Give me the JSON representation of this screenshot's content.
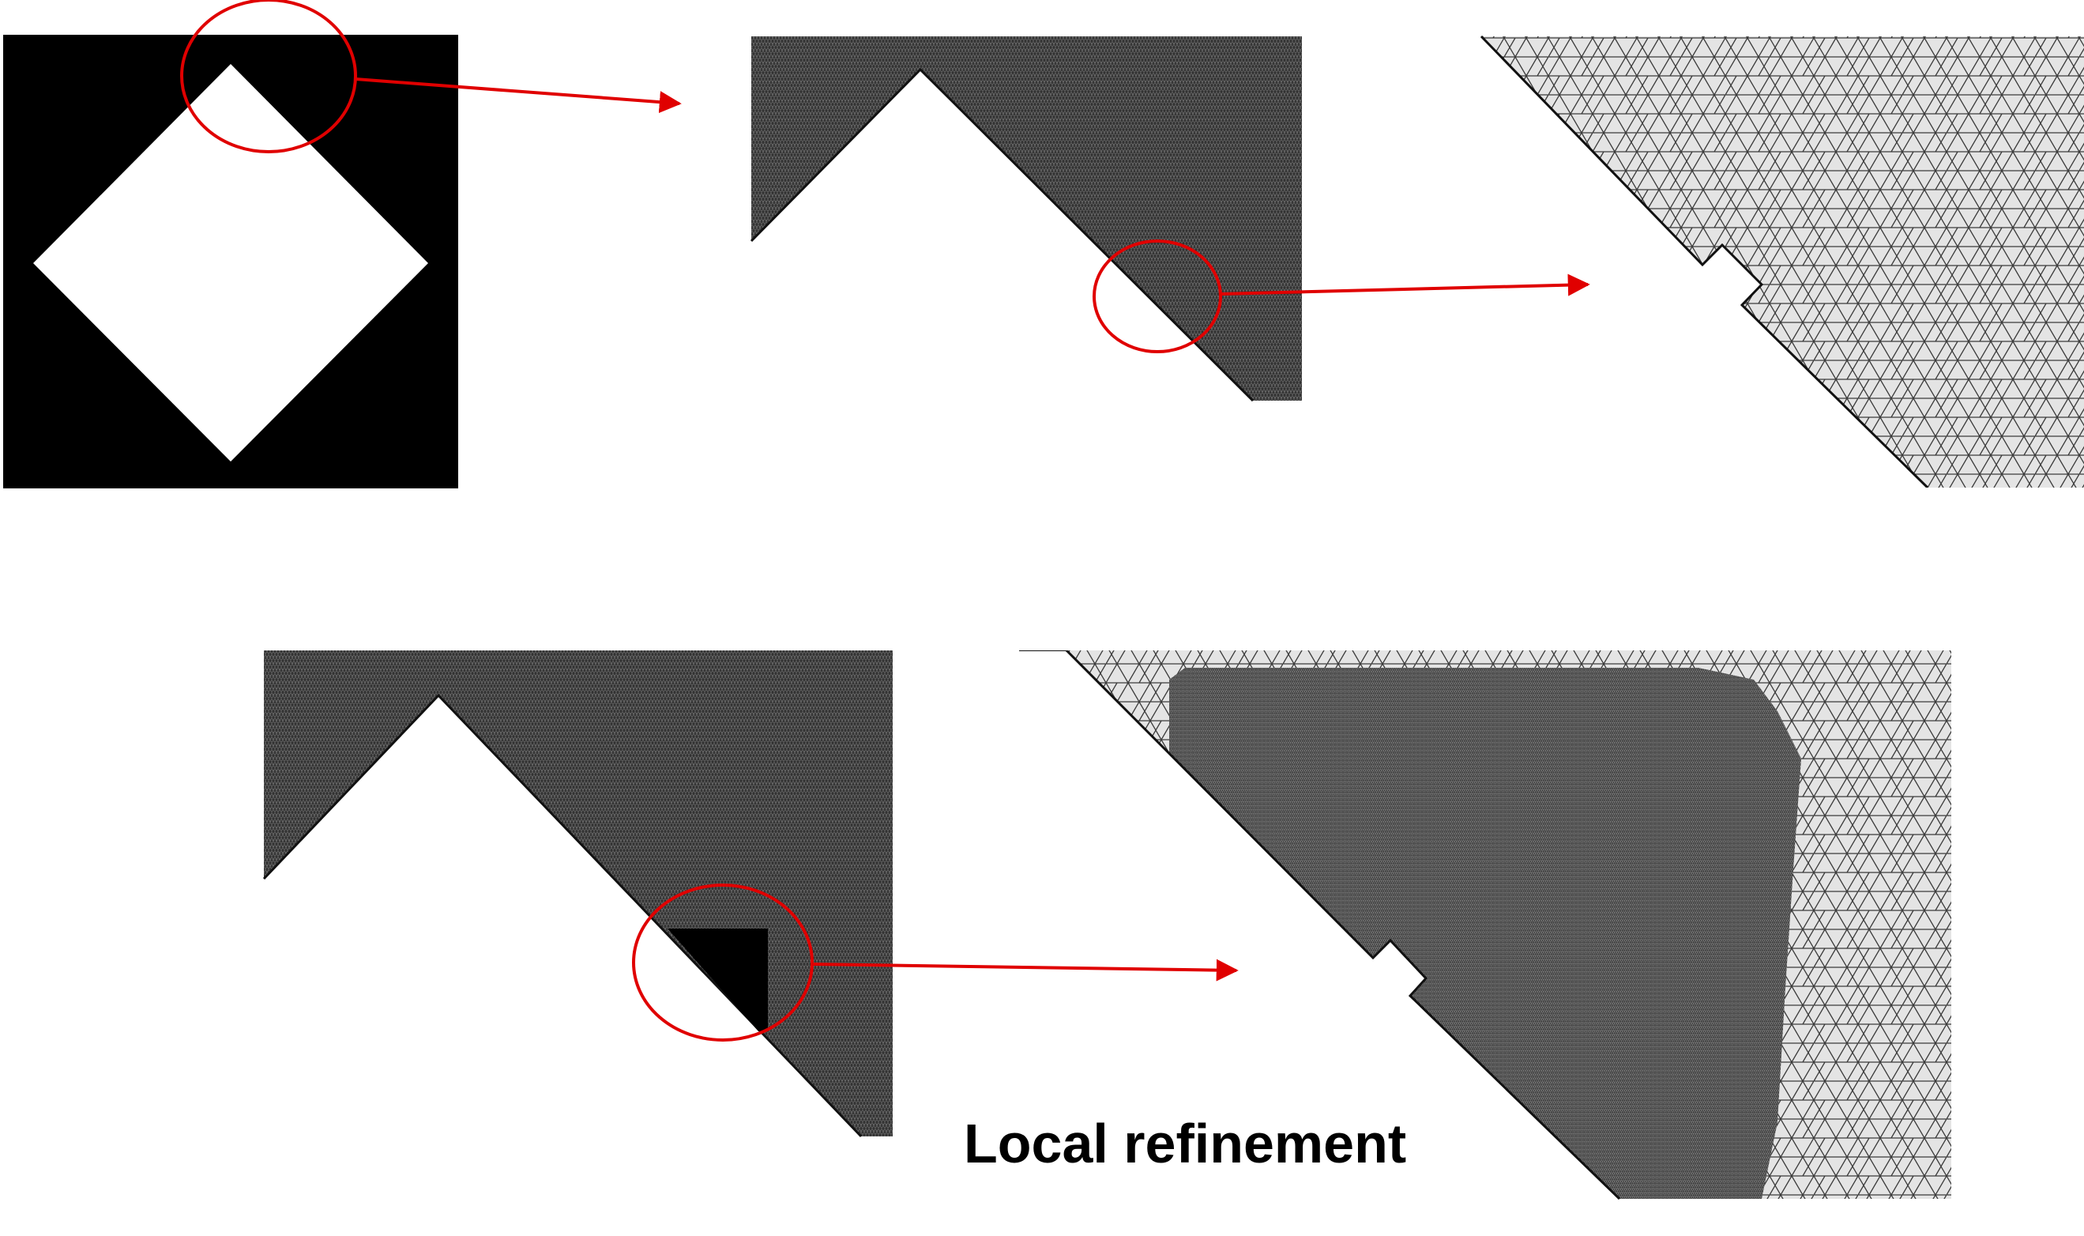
{
  "caption": "Local refinement",
  "colors": {
    "arrow": "#e00000",
    "circle": "#e00000",
    "mesh_dark": "#5a5a5a",
    "mesh_light_fill": "#e3e3e3",
    "mesh_line": "#2a2a2a"
  },
  "panels": [
    {
      "name": "binary-diamond-image",
      "desc_icon": "diamond-mask-icon"
    },
    {
      "name": "coarse-mesh-top-corner",
      "desc_icon": "mesh-icon"
    },
    {
      "name": "zoomed-mesh-edge",
      "desc_icon": "mesh-icon"
    },
    {
      "name": "mesh-with-refined-region",
      "desc_icon": "mesh-icon"
    },
    {
      "name": "zoomed-local-refinement",
      "desc_icon": "mesh-icon"
    }
  ]
}
